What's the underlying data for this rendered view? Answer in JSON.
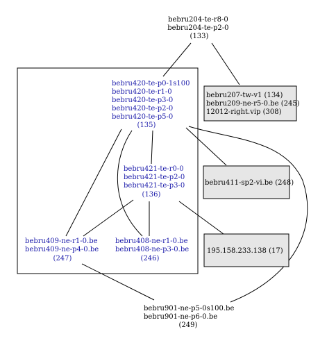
{
  "nodes": {
    "top": {
      "lines": [
        "bebru204-te-r8-0",
        "bebru204-te-p2-0",
        "(133)"
      ]
    },
    "n135": {
      "lines": [
        "bebru420-te-p0-1s100",
        "bebru420-te-r1-0",
        "bebru420-te-p3-0",
        "bebru420-te-p2-0",
        "bebru420-te-p5-0",
        "(135)"
      ]
    },
    "n136": {
      "lines": [
        "bebru421-te-r0-0",
        "bebru421-te-p2-0",
        "bebru421-te-p3-0",
        "(136)"
      ]
    },
    "n247": {
      "lines": [
        "bebru409-ne-r1-0.be",
        "bebru409-ne-p4-0.be",
        "(247)"
      ]
    },
    "n246": {
      "lines": [
        "bebru408-ne-r1-0.be",
        "bebru408-ne-p3-0.be",
        "(246)"
      ]
    },
    "n249": {
      "lines": [
        "bebru901-ne-p5-0s100.be",
        "bebru901-ne-p6-0.be",
        "(249)"
      ]
    },
    "box1": {
      "lines": [
        "bebru207-tw-v1 (134)",
        "bebru209-ne-r5-0.be (245)",
        "12012-right.vip (308)"
      ]
    },
    "box2": {
      "lines": [
        "bebru411-sp2-vi.be (248)"
      ]
    },
    "box3": {
      "lines": [
        "195.158.233.138 (17)"
      ]
    }
  },
  "colors": {
    "internal_text": "#1a1aaa",
    "external_text": "#000000",
    "box_fill": "#e6e6e6"
  }
}
